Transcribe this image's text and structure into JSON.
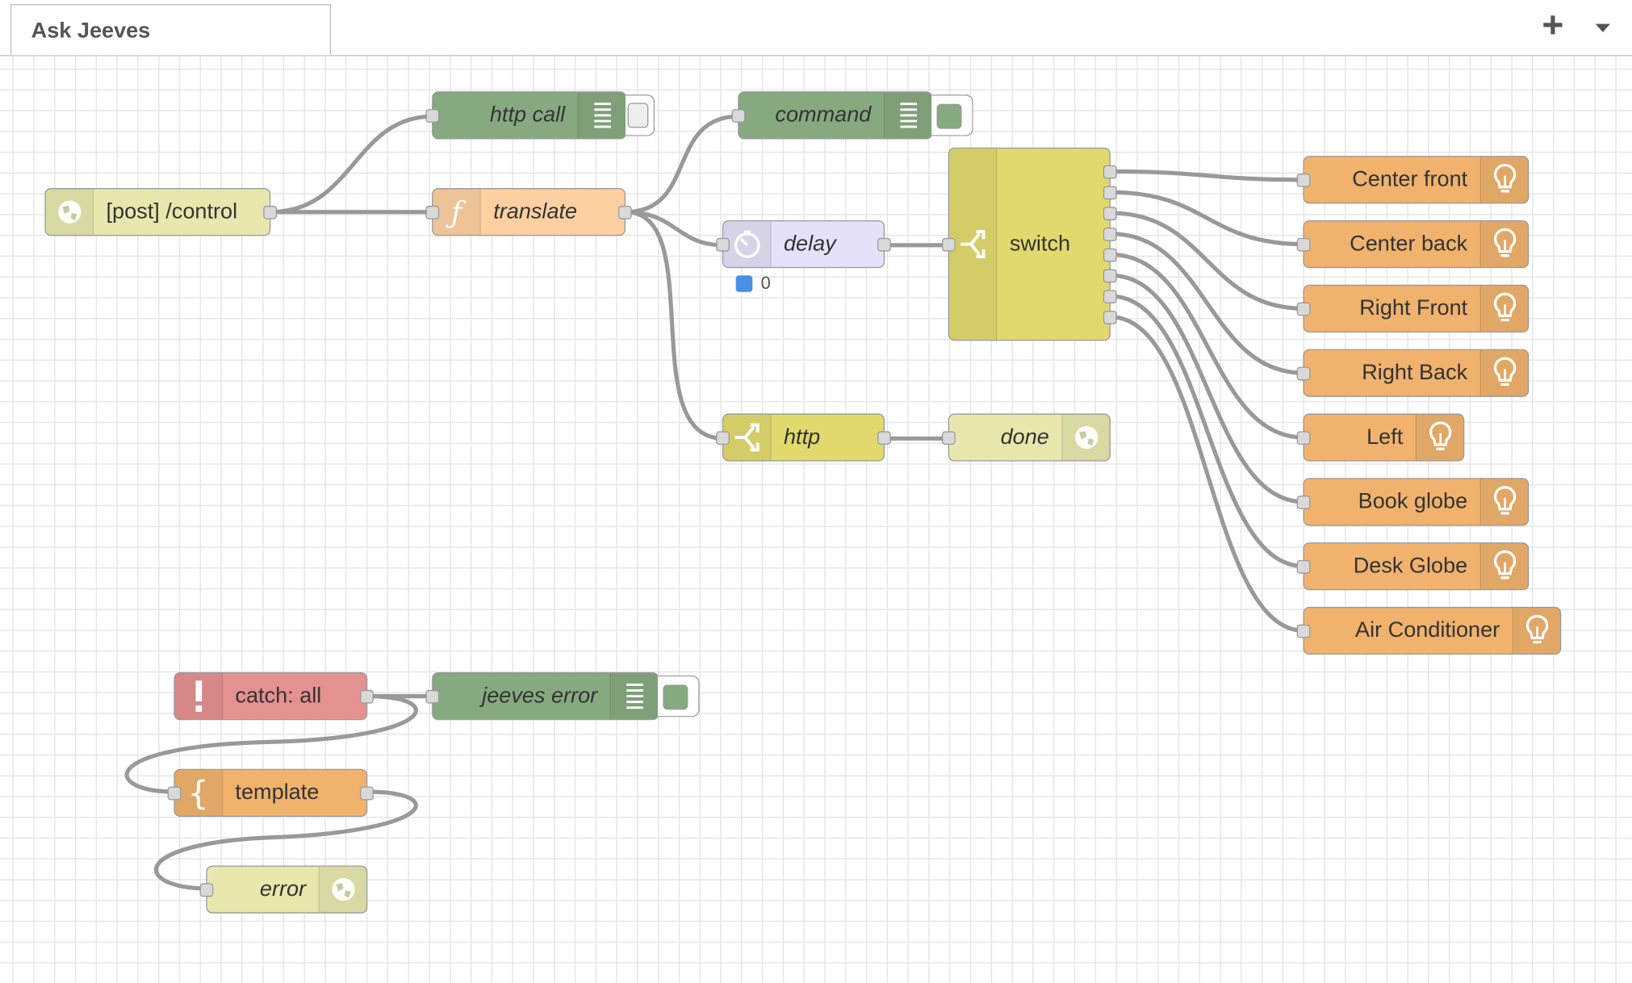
{
  "tab": {
    "label": "Ask Jeeves"
  },
  "colors": {
    "http_in": "#e7e7ae",
    "debug": "#87a980",
    "function": "#fdd0a2",
    "delay": "#e6e0f8",
    "switch": "#e2d96e",
    "light": "#f0b26d",
    "catch": "#e49191",
    "template": "#f0b26d",
    "link": "#a6bbcf"
  },
  "nodes": {
    "post_control": {
      "label": "[post] /control",
      "icon": "globe-icon"
    },
    "http_call": {
      "label": "http call",
      "icon": "list-icon"
    },
    "translate": {
      "label": "translate",
      "icon": "function-icon"
    },
    "command": {
      "label": "command",
      "icon": "list-icon"
    },
    "delay": {
      "label": "delay",
      "icon": "timer-icon",
      "status": "0"
    },
    "switch": {
      "label": "switch",
      "icon": "switch-icon"
    },
    "http": {
      "label": "http",
      "icon": "switch-icon"
    },
    "done": {
      "label": "done",
      "icon": "globe-icon"
    },
    "catch_all": {
      "label": "catch: all",
      "icon": "exclamation-icon"
    },
    "jeeves_error": {
      "label": "jeeves error",
      "icon": "list-icon"
    },
    "template": {
      "label": "template",
      "icon": "brace-icon"
    },
    "error": {
      "label": "error",
      "icon": "globe-icon"
    }
  },
  "lights": [
    {
      "label": "Center front"
    },
    {
      "label": "Center back"
    },
    {
      "label": "Right Front"
    },
    {
      "label": "Right Back"
    },
    {
      "label": "Left"
    },
    {
      "label": "Book globe"
    },
    {
      "label": "Desk Globe"
    },
    {
      "label": "Air Conditioner"
    }
  ]
}
